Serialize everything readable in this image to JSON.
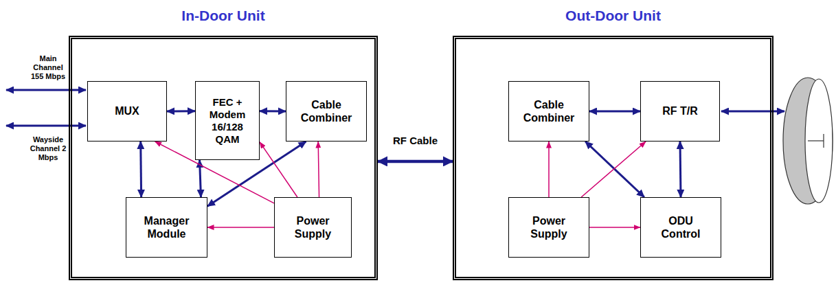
{
  "diagram": {
    "nodes": [
      {
        "text": [
          "In-Door Unit"
        ]
      },
      {
        "text": [
          "MUX"
        ],
        "in": 0
      },
      {
        "text": [
          "FEC + Modem 16/128 QAM"
        ],
        "in": 0
      },
      {
        "text": [
          "Cable Combiner"
        ],
        "in": 0
      },
      {
        "text": [
          "Manager Module"
        ],
        "in": 0
      },
      {
        "text": [
          "Power Supply"
        ],
        "in": 0
      },
      {
        "text": [
          "Out-Door Unit"
        ]
      },
      {
        "text": [
          "Cable Combiner"
        ],
        "in": 6
      },
      {
        "text": [
          "RF T/R"
        ],
        "in": 6
      },
      {
        "text": [
          "Power Supply"
        ],
        "in": 6
      },
      {
        "text": [
          "ODU Control"
        ],
        "in": 6
      }
    ],
    "edges": [
      {
        "from": 1,
        "to": 2,
        "arrow": "both"
      },
      {
        "from": 2,
        "to": 3,
        "arrow": "both"
      },
      {
        "from": 1,
        "to": 4,
        "arrow": "both"
      },
      {
        "from": 2,
        "to": 4,
        "arrow": "both"
      },
      {
        "from": 3,
        "to": 4,
        "arrow": "both"
      },
      {
        "from": 5,
        "to": 1,
        "arrow": "to"
      },
      {
        "from": 5,
        "to": 2,
        "arrow": "to"
      },
      {
        "from": 5,
        "to": 3,
        "arrow": "to"
      },
      {
        "from": 5,
        "to": 4,
        "arrow": "to"
      },
      {
        "from": 0,
        "to": 6,
        "label": "RF Cable",
        "arrow": "both"
      },
      {
        "from": 7,
        "to": 8,
        "arrow": "both"
      },
      {
        "from": 7,
        "to": 10,
        "arrow": "both"
      },
      {
        "from": 8,
        "to": 10,
        "arrow": "both"
      },
      {
        "from": 9,
        "to": 7,
        "arrow": "to"
      },
      {
        "from": 9,
        "to": 8,
        "arrow": "to"
      },
      {
        "from": 9,
        "to": 10,
        "arrow": "to"
      }
    ],
    "labels": [
      "Main Channel 155 Mbps",
      "Wayside Channel 2 Mbps"
    ]
  }
}
